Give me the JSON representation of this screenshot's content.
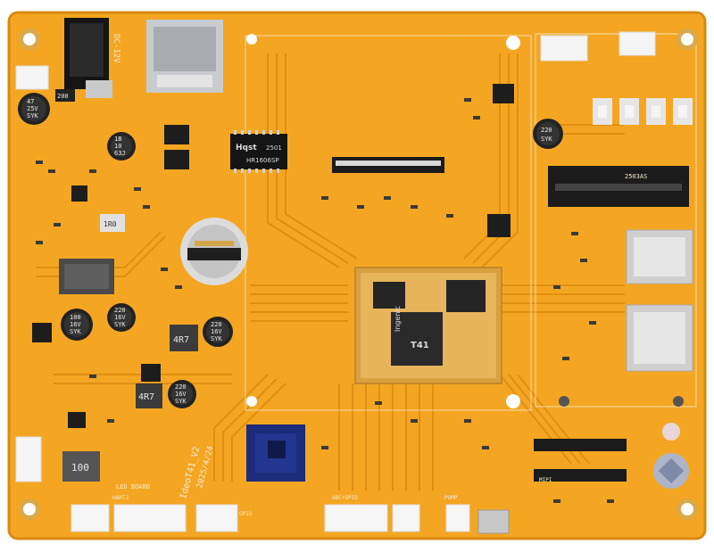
{
  "board": {
    "pcb_color": "#f4a622",
    "trace_color": "#e08f12",
    "silk_color": "#f6ead2",
    "version_text": "IdeoT41_V2",
    "date_text": "2025/4/24",
    "power_label": "DC-12V",
    "board_label": "LED BOARD",
    "gpio_label": "GPIO",
    "adc_label": "ADC+GPIO",
    "mipi_label": "MIPI",
    "uart_label": "UART2",
    "pump_label": "PUMP"
  },
  "chips": {
    "soc_brand": "Ingenic",
    "soc_model": "T41",
    "lan_brand": "Hqst",
    "lan_model": "HR1606SP",
    "lan_code": "2501"
  },
  "caps": {
    "c1": [
      "47",
      "25V",
      "SYK"
    ],
    "c2": [
      "1B",
      "10",
      "63J"
    ],
    "c3": [
      "220",
      "SYK"
    ],
    "c4": [
      "100",
      "16V",
      "SYK"
    ],
    "c5": [
      "220",
      "16V",
      "SYK"
    ],
    "c6": [
      "220",
      "16V",
      "SYK"
    ],
    "c7": [
      "220",
      "16V",
      "SYK"
    ]
  },
  "inductors": {
    "l1": "1R0",
    "l2": "4R7",
    "l3": "4R7",
    "l4": "100"
  },
  "misc": {
    "resistor_code": "200",
    "slot_label": "2503AS"
  }
}
